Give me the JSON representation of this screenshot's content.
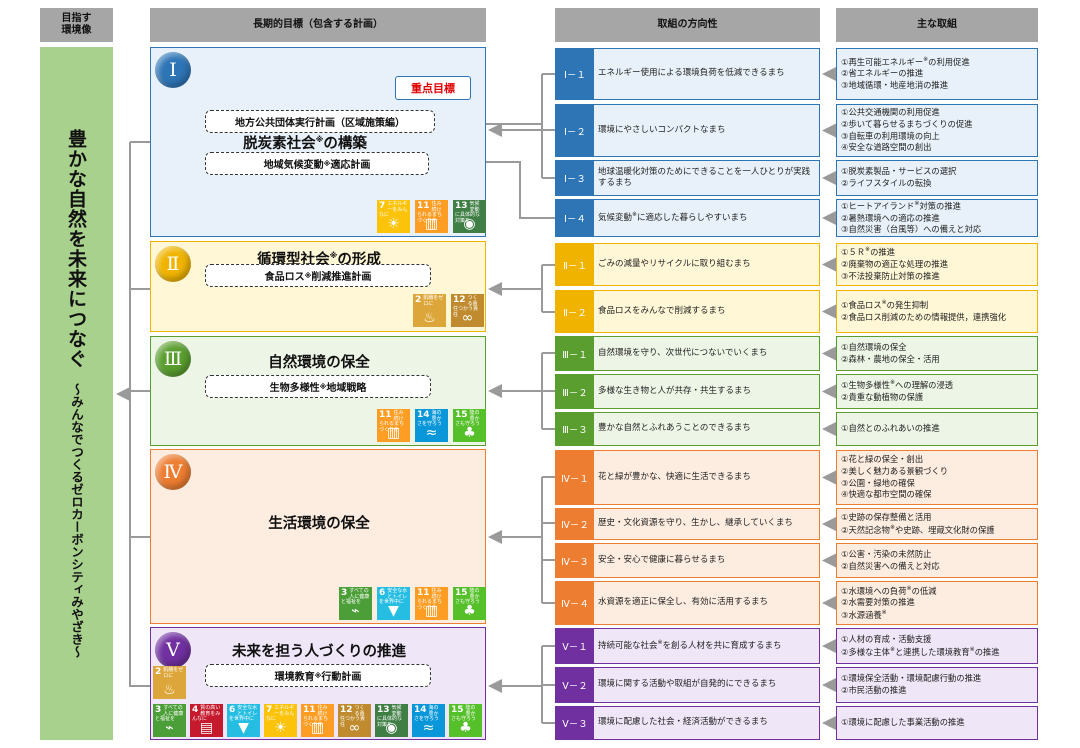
{
  "headers": {
    "vision": "目指す\n環境像",
    "goal": "長期的目標（包含する計画）",
    "direction": "取組の方向性",
    "action": "主な取組"
  },
  "vision": {
    "main": "豊かな自然を未来につなぐ",
    "sub": "～みんなでつくるゼロカーボンシティみやざき～"
  },
  "colors": {
    "I": "#2e75b6",
    "II": "#f0b400",
    "III": "#5a9e2f",
    "IV": "#ed7d31",
    "V": "#7030a0",
    "vision": "#a9d18e",
    "header": "#a6a6a6"
  },
  "goals": [
    {
      "roman": "Ⅰ",
      "title": "脱炭素社会",
      "sup": "※",
      "title2": "の構築",
      "badge": "重点目標",
      "plans": [
        {
          "a": "地方公共団体実行計画（区域施策編）"
        },
        {
          "a": "地域気候変動",
          "sup": "※",
          "b": "適応計画"
        }
      ],
      "sdgs": [
        {
          "n": "7",
          "label": "エネルギーをみんなに",
          "color": "#fcc30b",
          "icon": "sun-icon"
        },
        {
          "n": "11",
          "label": "住み続けられるまちづくりを",
          "color": "#fd9d24",
          "icon": "city-icon"
        },
        {
          "n": "13",
          "label": "気候変動に具体的な対策を",
          "color": "#3f7e44",
          "icon": "eye-icon"
        }
      ]
    },
    {
      "roman": "Ⅱ",
      "title": "循環型社会",
      "sup": "※",
      "title2": "の形成",
      "plans": [
        {
          "a": "食品ロス",
          "sup": "※",
          "b": "削減推進計画"
        }
      ],
      "sdgs": [
        {
          "n": "2",
          "label": "飢餓をゼロに",
          "color": "#dda63a",
          "icon": "bowl-icon"
        },
        {
          "n": "12",
          "label": "つくる責任つかう責任",
          "color": "#bf8b2e",
          "icon": "infinity-icon"
        }
      ]
    },
    {
      "roman": "Ⅲ",
      "title": "自然環境の保全",
      "plans": [
        {
          "a": "生物多様性",
          "sup": "※",
          "b": "地域戦略"
        }
      ],
      "sdgs": [
        {
          "n": "11",
          "label": "住み続けられるまちづくりを",
          "color": "#fd9d24",
          "icon": "city-icon"
        },
        {
          "n": "14",
          "label": "海の豊かさを守ろう",
          "color": "#0a97d9",
          "icon": "fish-icon"
        },
        {
          "n": "15",
          "label": "陸の豊かさも守ろう",
          "color": "#56c02b",
          "icon": "tree-icon"
        }
      ]
    },
    {
      "roman": "Ⅳ",
      "title": "生活環境の保全",
      "plans": [],
      "sdgs": [
        {
          "n": "3",
          "label": "すべての人に健康と福祉を",
          "color": "#4c9f38",
          "icon": "heartbeat-icon"
        },
        {
          "n": "6",
          "label": "安全な水とトイレを世界中に",
          "color": "#26bde2",
          "icon": "water-icon"
        },
        {
          "n": "11",
          "label": "住み続けられるまちづくりを",
          "color": "#fd9d24",
          "icon": "city-icon"
        },
        {
          "n": "15",
          "label": "陸の豊かさも守ろう",
          "color": "#56c02b",
          "icon": "tree-icon"
        }
      ]
    },
    {
      "roman": "Ⅴ",
      "title": "未来を担う人づくりの推進",
      "plans": [
        {
          "a": "環境教育",
          "sup": "※",
          "b": "行動計画"
        }
      ],
      "sdg_top": {
        "n": "2",
        "label": "飢餓をゼロに",
        "color": "#dda63a",
        "icon": "bowl-icon"
      },
      "sdgs": [
        {
          "n": "3",
          "label": "すべての人に健康と福祉を",
          "color": "#4c9f38",
          "icon": "heartbeat-icon"
        },
        {
          "n": "4",
          "label": "質の高い教育をみんなに",
          "color": "#c5192d",
          "icon": "book-icon"
        },
        {
          "n": "6",
          "label": "安全な水とトイレを世界中に",
          "color": "#26bde2",
          "icon": "water-icon"
        },
        {
          "n": "7",
          "label": "エネルギーをみんなに",
          "color": "#fcc30b",
          "icon": "sun-icon"
        },
        {
          "n": "11",
          "label": "住み続けられるまちづくりを",
          "color": "#fd9d24",
          "icon": "city-icon"
        },
        {
          "n": "12",
          "label": "つくる責任つかう責任",
          "color": "#bf8b2e",
          "icon": "infinity-icon"
        },
        {
          "n": "13",
          "label": "気候変動に具体的な対策を",
          "color": "#3f7e44",
          "icon": "eye-icon"
        },
        {
          "n": "14",
          "label": "海の豊かさを守ろう",
          "color": "#0a97d9",
          "icon": "fish-icon"
        },
        {
          "n": "15",
          "label": "陸の豊かさも守ろう",
          "color": "#56c02b",
          "icon": "tree-icon"
        }
      ]
    }
  ],
  "directions": [
    {
      "code": "Ⅰ－１",
      "text": "エネルギー使用による環境負荷を低減できるまち",
      "actions": [
        "①再生可能エネルギー※の利用促進",
        "②省エネルギーの推進",
        "③地域循環・地産地消の推進"
      ]
    },
    {
      "code": "Ⅰ－２",
      "text": "環境にやさしいコンパクトなまち",
      "actions": [
        "①公共交通機関の利用促進",
        "②歩いて暮らせるまちづくりの促進",
        "③自転車の利用環境の向上",
        "④安全な道路空間の創出"
      ]
    },
    {
      "code": "Ⅰ－３",
      "text": "地球温暖化対策のためにできることを一人ひとりが実践するまち",
      "actions": [
        "①脱炭素製品・サービスの選択",
        "②ライフスタイルの転換"
      ]
    },
    {
      "code": "Ⅰ－４",
      "text": "気候変動※に適応した暮らしやすいまち",
      "actions": [
        "①ヒートアイランド※対策の推進",
        "②暑熱環境への適応の推進",
        "③自然災害（台風等）への備えと対応"
      ]
    },
    {
      "code": "Ⅱ－１",
      "text": "ごみの減量やリサイクルに取り組むまち",
      "actions": [
        "①５Ｒ※の推進",
        "②廃棄物の適正な処理の推進",
        "③不法投棄防止対策の推進"
      ]
    },
    {
      "code": "Ⅱ－２",
      "text": "食品ロスをみんなで削減するまち",
      "actions": [
        "①食品ロス※の発生抑制",
        "②食品ロス削減のための情報提供，連携強化"
      ]
    },
    {
      "code": "Ⅲ－１",
      "text": "自然環境を守り、次世代につないでいくまち",
      "actions": [
        "①自然環境の保全",
        "②森林・農地の保全・活用"
      ]
    },
    {
      "code": "Ⅲ－２",
      "text": "多様な生き物と人が共存・共生するまち",
      "actions": [
        "①生物多様性※への理解の浸透",
        "②貴重な動植物の保護"
      ]
    },
    {
      "code": "Ⅲ－３",
      "text": "豊かな自然とふれあうことのできるまち",
      "actions": [
        "①自然とのふれあいの推進"
      ]
    },
    {
      "code": "Ⅳ－１",
      "text": "花と緑が豊かな、快適に生活できるまち",
      "actions": [
        "①花と緑の保全・創出",
        "②美しく魅力ある景観づくり",
        "③公園・緑地の確保",
        "④快適な都市空間の確保"
      ]
    },
    {
      "code": "Ⅳ－２",
      "text": "歴史・文化資源を守り、生かし、継承していくまち",
      "actions": [
        "①史跡の保存整備と活用",
        "②天然記念物※や史跡、埋蔵文化財の保護"
      ]
    },
    {
      "code": "Ⅳ－３",
      "text": "安全・安心で健康に暮らせるまち",
      "actions": [
        "①公害・汚染の未然防止",
        "②自然災害への備えと対応"
      ]
    },
    {
      "code": "Ⅳ－４",
      "text": "水資源を適正に保全し、有効に活用するまち",
      "actions": [
        "①水環境への負荷※の低減",
        "②水需要対策の推進",
        "③水源涵養※"
      ]
    },
    {
      "code": "Ⅴ－１",
      "text": "持続可能な社会※を創る人材を共に育成するまち",
      "actions": [
        "①人材の育成・活動支援",
        "②多様な主体※と連携した環境教育※の推進"
      ]
    },
    {
      "code": "Ⅴ－２",
      "text": "環境に関する活動や取組が自発的にできるまち",
      "actions": [
        "①環境保全活動・環境配慮行動の推進",
        "②市民活動の推進"
      ]
    },
    {
      "code": "Ⅴ－３",
      "text": "環境に配慮した社会・経済活動ができるまち",
      "actions": [
        "①環境に配慮した事業活動の推進"
      ]
    }
  ]
}
